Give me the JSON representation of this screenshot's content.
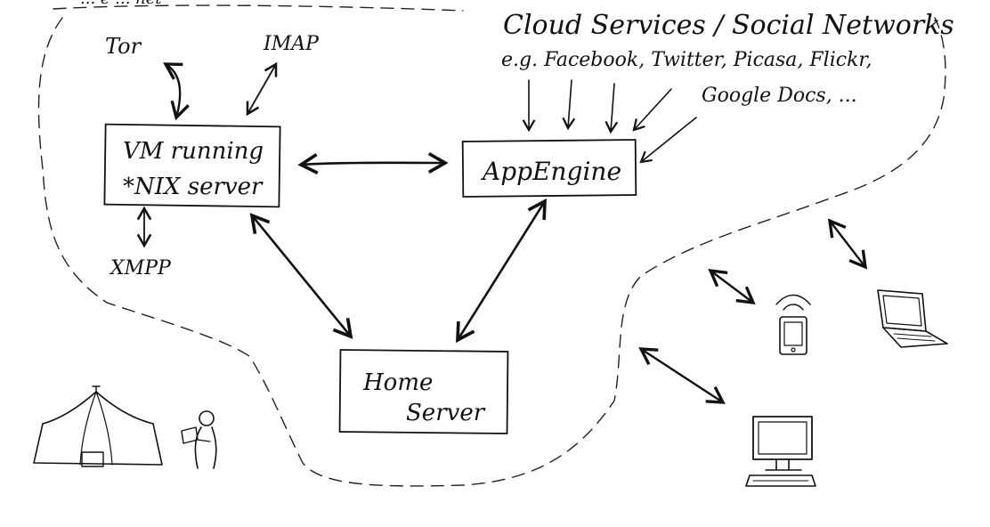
{
  "top_fragment": "... e ... net",
  "cloud_title": "Cloud Services / Social Networks",
  "cloud_examples_line1": "e.g. Facebook, Twitter, Picasa, Flickr,",
  "cloud_examples_line2": "Google Docs, ...",
  "tor": "Tor",
  "imap": "IMAP",
  "xmpp": "XMPP",
  "vm_line1": "VM running",
  "vm_line2": "*NIX server",
  "appengine": "AppEngine",
  "home_line1": "Home",
  "home_line2": "Server"
}
